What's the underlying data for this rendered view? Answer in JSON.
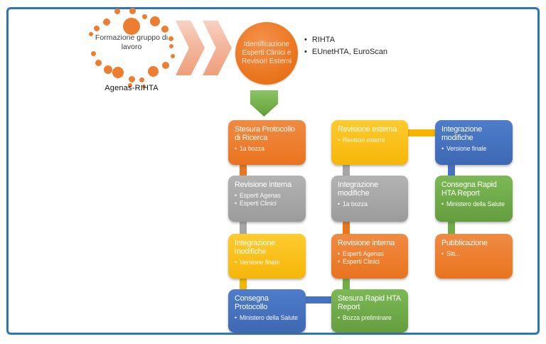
{
  "palette": {
    "orange": "#ED7D31",
    "gray": "#A5A5A5",
    "yellow": "#FFC000",
    "blue": "#4472C4",
    "green": "#70AD47",
    "frame_border": "#2E75B6",
    "chevron_light": "#F7CDBA",
    "dot_orange": "#ED7D31"
  },
  "intro": {
    "group_label": "Formazione gruppo di\nlavoro",
    "caption": "Agenas-RIHTA",
    "circle_label": "Identificazione\nEsperti Clinici e\nRevisori Esterni",
    "side_bullets": [
      "RIHTA",
      "EUnetHTA, EuroScan"
    ]
  },
  "boxes": [
    {
      "title": "Stesura Protocollo\ndi Ricerca",
      "bullets": [
        "1a bozza"
      ],
      "color": "orange"
    },
    {
      "title": "Revisione interna",
      "bullets": [
        "Esperti Agenas",
        "Esperti Clinici"
      ],
      "color": "gray"
    },
    {
      "title": "Integrazione\nmodifiche",
      "bullets": [
        "Versione finale"
      ],
      "color": "yellow"
    },
    {
      "title": "Consegna\nProtocollo",
      "bullets": [
        "Ministero della Salute"
      ],
      "color": "blue"
    },
    {
      "title": "Revisione esterna",
      "bullets": [
        "Revisori esterni"
      ],
      "color": "yellow"
    },
    {
      "title": "Integrazione\nmodifiche",
      "bullets": [
        "1a bozza"
      ],
      "color": "gray"
    },
    {
      "title": "Revisione interna",
      "bullets": [
        "Esperti Agenas",
        "Esperti Clinici"
      ],
      "color": "orange"
    },
    {
      "title": "Stesura Rapid HTA\nReport",
      "bullets": [
        "Bozza preliminare"
      ],
      "color": "green"
    },
    {
      "title": "Integrazione\nmodifiche",
      "bullets": [
        "Versione finale"
      ],
      "color": "blue"
    },
    {
      "title": "Consegna Rapid\nHTA Report",
      "bullets": [
        "Ministero della Salute"
      ],
      "color": "green"
    },
    {
      "title": "Pubblicazione",
      "bullets": [
        "Siti..."
      ],
      "color": "orange"
    }
  ]
}
